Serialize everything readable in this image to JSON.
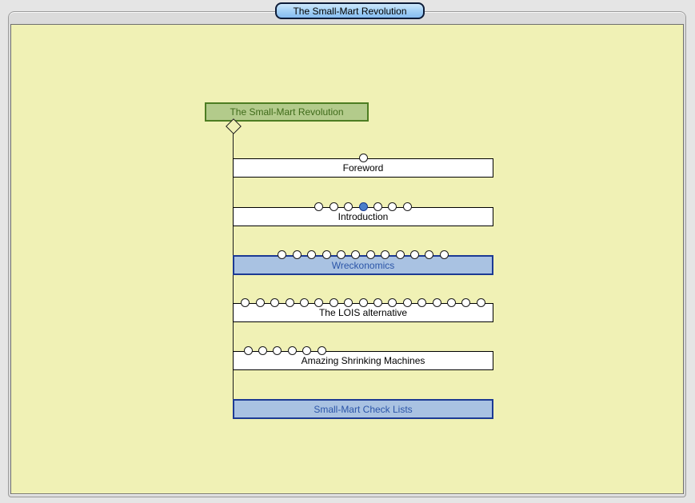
{
  "window": {
    "tab": {
      "label": "The Small-Mart Revolution"
    }
  },
  "diagram": {
    "root": {
      "label": "The Small-Mart Revolution"
    },
    "chapters": [
      {
        "label": "Foreword",
        "style": "white",
        "dot_count": 1,
        "dot_align": "center",
        "selected_dot": -1
      },
      {
        "label": "Introduction",
        "style": "white",
        "dot_count": 7,
        "dot_align": "center",
        "selected_dot": 3
      },
      {
        "label": "Wreckonomics",
        "style": "blue",
        "dot_count": 12,
        "dot_align": "center",
        "selected_dot": -1
      },
      {
        "label": "The LOIS alternative",
        "style": "white",
        "dot_count": 17,
        "dot_align": "center",
        "selected_dot": -1
      },
      {
        "label": "Amazing Shrinking Machines",
        "style": "white",
        "dot_count": 6,
        "dot_align": "left",
        "selected_dot": -1
      },
      {
        "label": "Small-Mart Check Lists",
        "style": "blue",
        "dot_count": 0,
        "dot_align": "center",
        "selected_dot": -1
      }
    ]
  },
  "colors": {
    "canvas_bg": "#f0f1b5",
    "root_fill": "#b3cb8b",
    "root_border": "#4d7d22",
    "root_text": "#3f6b1a",
    "chapter_blue_fill": "#a9c2e2",
    "chapter_blue_border": "#1c3a94",
    "chapter_blue_text": "#2b55a8",
    "selected_dot_fill": "#4a7fca",
    "tab_top": "#cde7fb",
    "tab_bottom": "#86bcf0"
  }
}
